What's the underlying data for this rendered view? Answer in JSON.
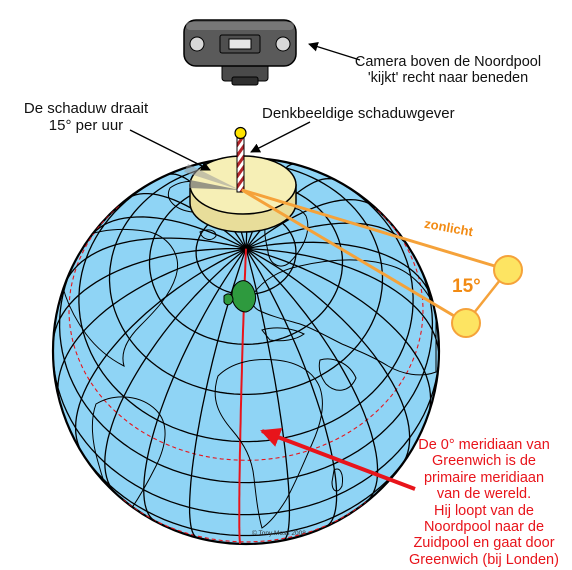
{
  "labels": {
    "camera": [
      "Camera boven de Noordpool",
      "'kijkt' recht naar beneden"
    ],
    "shadow": [
      "De schaduw draait",
      "15° per uur"
    ],
    "gnomon": "Denkbeeldige schaduwgever",
    "sunlight": "zonlicht",
    "angle": "15°",
    "meridian": [
      "De 0° meridiaan van",
      "Greenwich is de",
      "primaire meridiaan",
      "van de wereld.",
      "Hij loopt van de",
      "Noordpool naar de",
      "Zuidpool en gaat door",
      "Greenwich (bij Londen)"
    ],
    "copyright": "© Tony Moss 2008"
  },
  "colors": {
    "ocean": "#8fd4f5",
    "grid": "#000000",
    "meridian": "#e8141b",
    "sun_ray": "#f5a23a",
    "sun": "#fde462",
    "disc": "#f6efb6",
    "land": "#2e9a3e"
  },
  "icons": {
    "camera": "camera-icon",
    "sun": "sun-icon",
    "gnomon": "striped-pole-icon",
    "arrow": "arrow-icon"
  }
}
